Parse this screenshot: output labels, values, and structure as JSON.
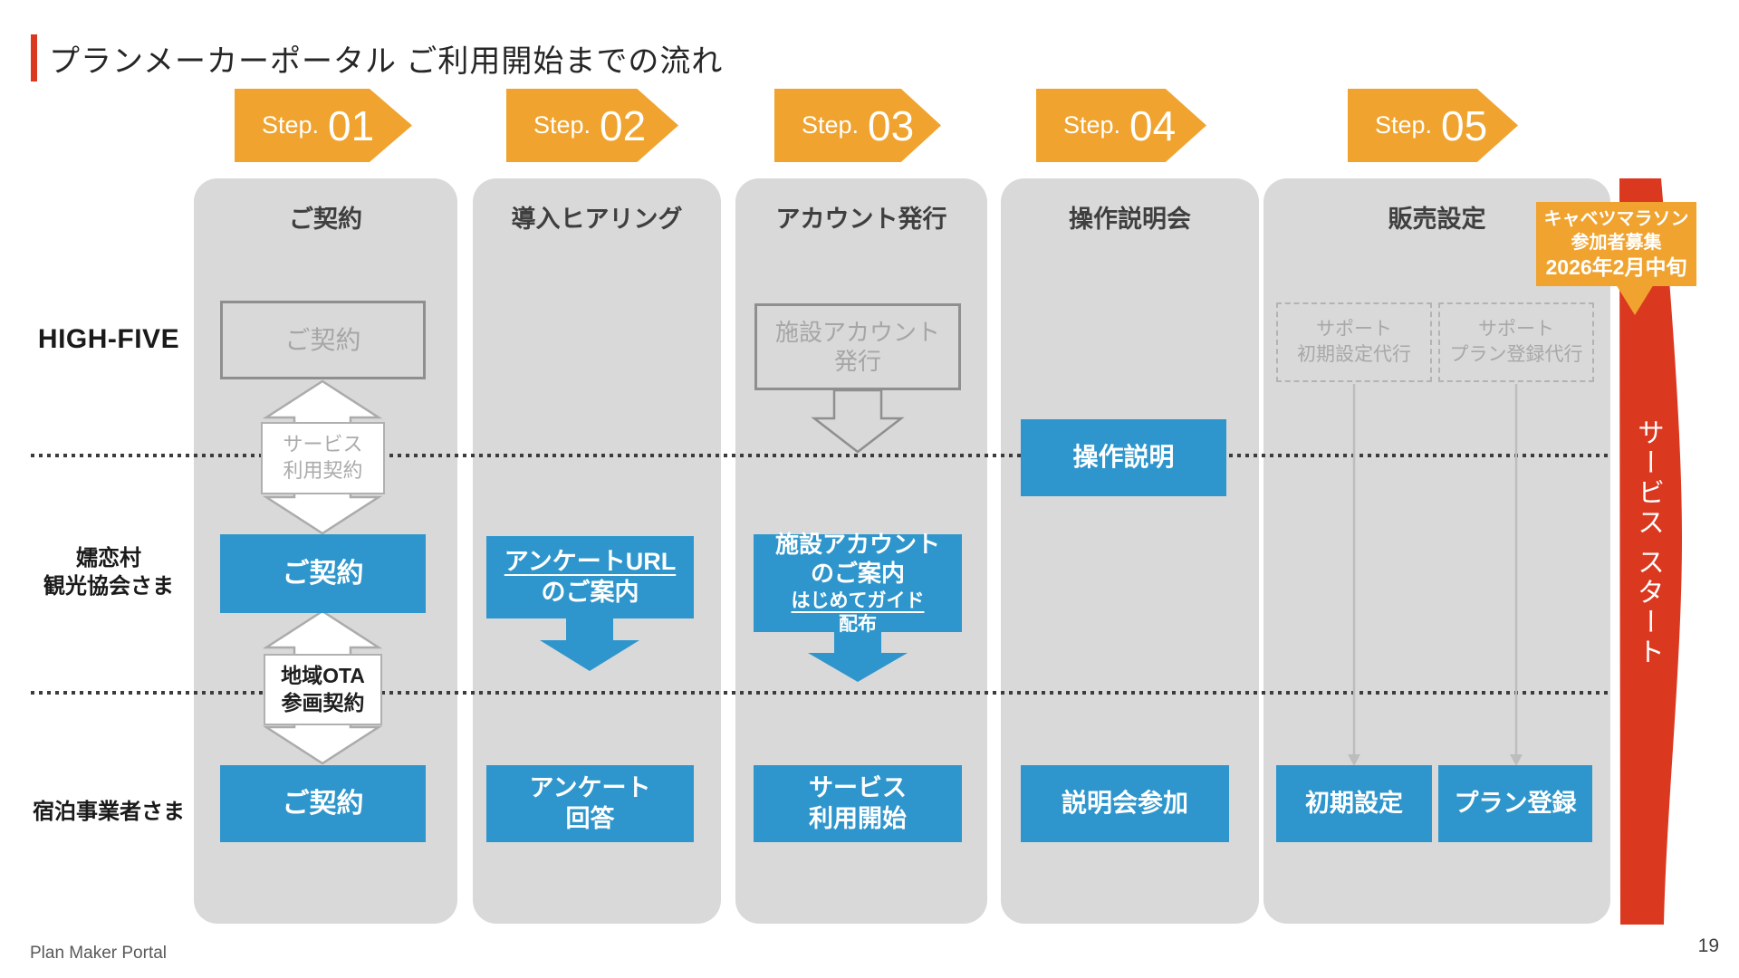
{
  "slide": {
    "title": "プランメーカーポータル ご利用開始までの流れ",
    "footer_left": "Plan Maker Portal",
    "page_number": "19"
  },
  "colors": {
    "accent_red": "#DB3820",
    "step_orange": "#F0A32E",
    "action_blue": "#2E96CC",
    "column_gray": "#D9D9D9"
  },
  "steps": [
    {
      "prefix": "Step.",
      "number": "01"
    },
    {
      "prefix": "Step.",
      "number": "02"
    },
    {
      "prefix": "Step.",
      "number": "03"
    },
    {
      "prefix": "Step.",
      "number": "04"
    },
    {
      "prefix": "Step.",
      "number": "05"
    }
  ],
  "columns": [
    {
      "header": "ご契約"
    },
    {
      "header": "導入ヒアリング"
    },
    {
      "header": "アカウント発行"
    },
    {
      "header": "操作説明会"
    },
    {
      "header": "販売設定"
    }
  ],
  "rows": [
    {
      "lines": [
        "HIGH-FIVE"
      ]
    },
    {
      "lines": [
        "嬬恋村",
        "観光協会さま"
      ]
    },
    {
      "lines": [
        "宿泊事業者さま"
      ]
    }
  ],
  "col1": {
    "highfive_box": "ご契約",
    "arrow1_label_lines": [
      "サービス",
      "利用契約"
    ],
    "assoc_box": "ご契約",
    "arrow2_label_lines": [
      "地域OTA",
      "参画契約"
    ],
    "lodging_box": "ご契約"
  },
  "col2": {
    "info_box": {
      "line1_underlined": "アンケートURL",
      "line2": "のご案内"
    },
    "lodging_box_lines": [
      "アンケート",
      "回答"
    ]
  },
  "col3": {
    "highfive_box_lines": [
      "施設アカウント",
      "発行"
    ],
    "info_box": {
      "line1": "施設アカウント",
      "line2": "のご案内",
      "line3_underlined": "はじめてガイド",
      "line3_suffix": "配布"
    },
    "lodging_box_lines": [
      "サービス",
      "利用開始"
    ]
  },
  "col4": {
    "ops_box": "操作説明",
    "lodging_box": "説明会参加"
  },
  "col5": {
    "support_box1_lines": [
      "サポート",
      "初期設定代行"
    ],
    "support_box2_lines": [
      "サポート",
      "プラン登録代行"
    ],
    "lodging_box1": "初期設定",
    "lodging_box2": "プラン登録"
  },
  "callout": {
    "lines": [
      "キャベツマラソン",
      "参加者募集",
      "2026年2月中旬"
    ]
  },
  "ribbon": {
    "text": "サービス スタート"
  }
}
